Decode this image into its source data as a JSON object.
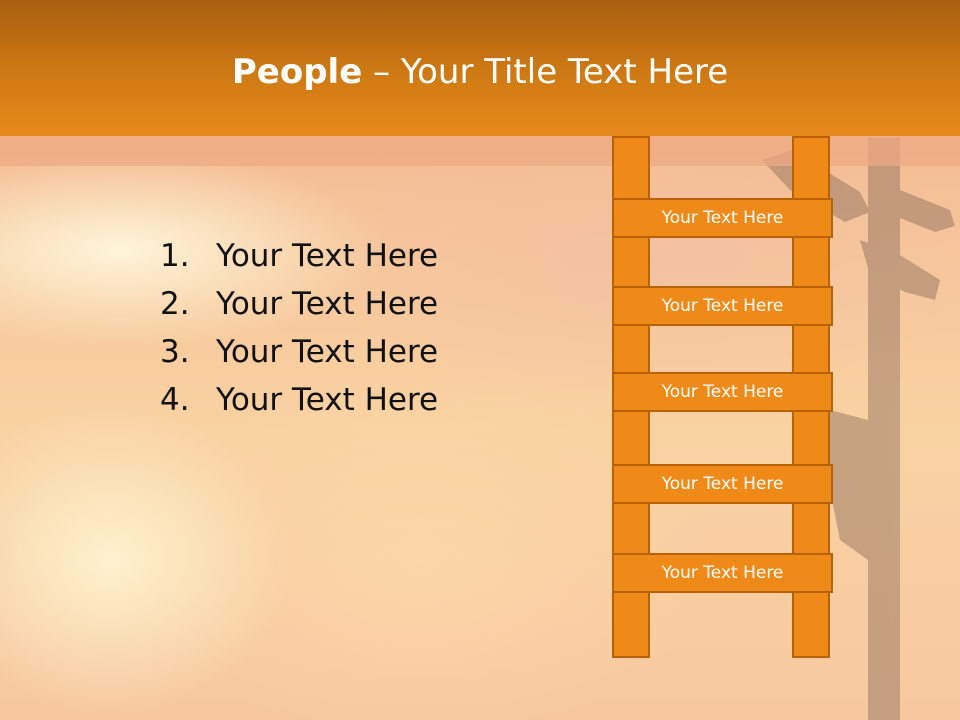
{
  "slide": {
    "title_bold": "People",
    "title_rest": " – Your Title Text Here",
    "list": [
      {
        "num": "1.",
        "text": "Your Text Here"
      },
      {
        "num": "2.",
        "text": "Your Text Here"
      },
      {
        "num": "3.",
        "text": "Your Text Here"
      },
      {
        "num": "4.",
        "text": "Your Text Here"
      }
    ],
    "ladder_rungs": [
      "Your Text Here",
      "Your Text Here",
      "Your Text Here",
      "Your Text Here",
      "Your Text Here"
    ]
  },
  "colors": {
    "header": "#e88a1a",
    "ladder": "#ef8a18",
    "ladder_border": "#b86208"
  }
}
